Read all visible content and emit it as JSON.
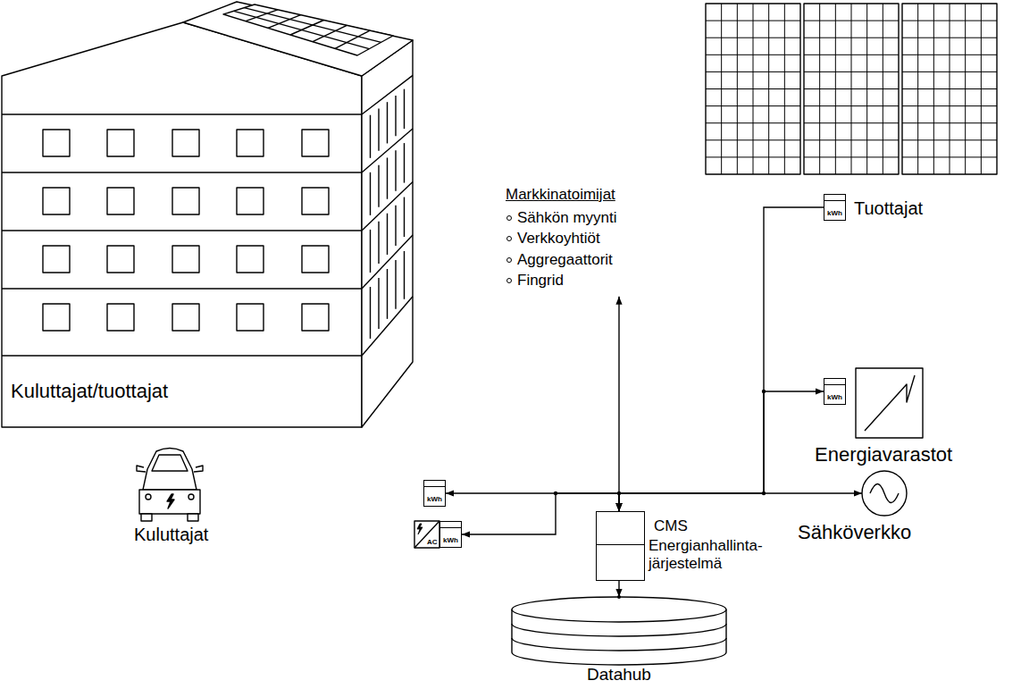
{
  "diagram": {
    "nodes": [
      {
        "text": [
          "Kuluttajat/tuottajat"
        ]
      },
      {
        "text": [
          "kWh"
        ]
      },
      {
        "text": [
          "Kuluttajat"
        ]
      },
      {
        "text": [
          "kWh"
        ]
      },
      {
        "text": [
          "Markkinatoimijat",
          "Sähkön myynti",
          "Verkkoyhtiöt",
          "Aggregaattorit",
          "Fingrid"
        ]
      },
      {
        "text": [
          "CMS",
          "Energianhallinta- järjestelmä"
        ]
      },
      {
        "text": [
          "Datahub"
        ]
      },
      {
        "text": [
          "Tuottajat"
        ]
      },
      {
        "text": [
          "kWh"
        ]
      },
      {
        "text": [
          "kWh"
        ]
      },
      {
        "text": [
          "Energiavarastot"
        ]
      },
      {
        "text": [
          "Sähköverkko"
        ]
      }
    ],
    "edges": [
      {
        "from": 1,
        "to": 5,
        "arrow": "both"
      },
      {
        "from": 3,
        "to": 5,
        "arrow": "both"
      },
      {
        "from": 4,
        "to": 5,
        "arrow": "both"
      },
      {
        "from": 5,
        "to": 6,
        "arrow": "to"
      },
      {
        "from": 8,
        "to": 5,
        "arrow": "to"
      },
      {
        "from": 9,
        "to": 5,
        "arrow": "both"
      },
      {
        "from": 11,
        "to": 5,
        "arrow": "both"
      }
    ],
    "labels": [
      "AC"
    ]
  }
}
